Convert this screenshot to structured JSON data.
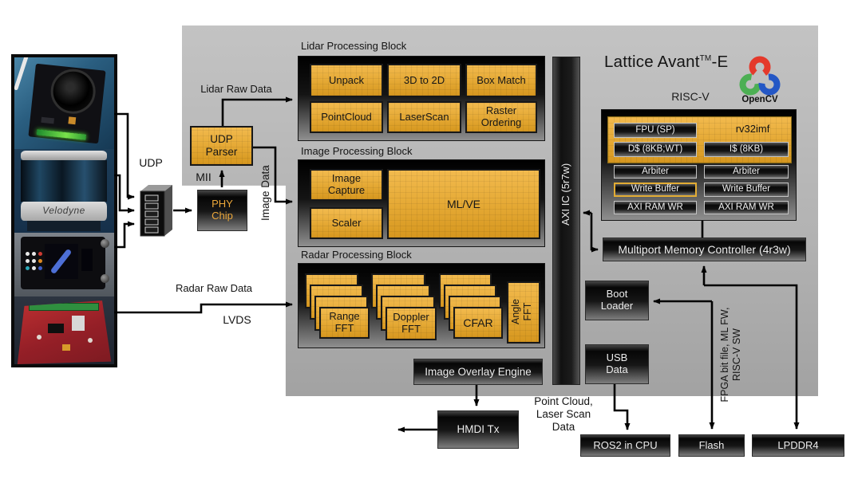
{
  "diagram": {
    "title": {
      "brand": "Lattice Avant",
      "tm": "TM",
      "suffix": "-E"
    },
    "riscv_label": "RISC-V",
    "opencv_label": "OpenCV",
    "axi_bar": "AXI IC (5r7w)"
  },
  "labels": {
    "udp": "UDP",
    "mii": "MII",
    "image_data": "Image Data",
    "lidar_raw_data": "Lidar Raw Data",
    "radar_raw_data": "Radar Raw Data",
    "lvds": "LVDS",
    "point_cloud": "Point Cloud,\nLaser Scan\nData",
    "fpga_files": "FPGA bit file, ML FW,\nRISC-V SW"
  },
  "photo": {
    "velodyne_brand": "Velodyne"
  },
  "front_end": {
    "udp_parser": "UDP\nParser",
    "phy_chip": "PHY\nChip"
  },
  "lidar_block": {
    "title": "Lidar Processing Block",
    "cells": [
      "Unpack",
      "3D to 2D",
      "Box Match",
      "PointCloud",
      "LaserScan",
      "Raster\nOrdering"
    ]
  },
  "image_block": {
    "title": "Image Processing Block",
    "capture": "Image\nCapture",
    "scaler": "Scaler",
    "mlve": "ML/VE"
  },
  "radar_block": {
    "title": "Radar Processing Block",
    "stacks": [
      "Range\nFFT",
      "Doppler\nFFT",
      "CFAR"
    ],
    "angle_fft": "Angle\nFFT"
  },
  "riscv_block": {
    "fpu": "FPU (SP)",
    "isa": "rv32imf",
    "dcache": "D$ (8KB;WT)",
    "icache": "I$ (8KB)",
    "arbiter_left": "Arbiter",
    "arbiter_right": "Arbiter",
    "write_buffer_left": "Write Buffer",
    "write_buffer_right": "Write Buffer",
    "axi_ram_left": "AXI RAM WR",
    "axi_ram_right": "AXI RAM WR"
  },
  "memory": {
    "controller": "Multiport Memory Controller (4r3w)",
    "boot_loader": "Boot\nLoader",
    "usb_data": "USB\nData"
  },
  "output": {
    "overlay": "Image Overlay Engine",
    "hdmi": "HMDI Tx",
    "ros2": "ROS2 in CPU",
    "flash": "Flash",
    "lpddr4": "LPDDR4"
  },
  "colors": {
    "accent_orange": "#E8A93C",
    "container_gray": "#B7B7B7",
    "box_dark": "#101010",
    "opencv_red": "#E4392B",
    "opencv_green": "#4CAF53",
    "opencv_blue": "#2457C5"
  }
}
